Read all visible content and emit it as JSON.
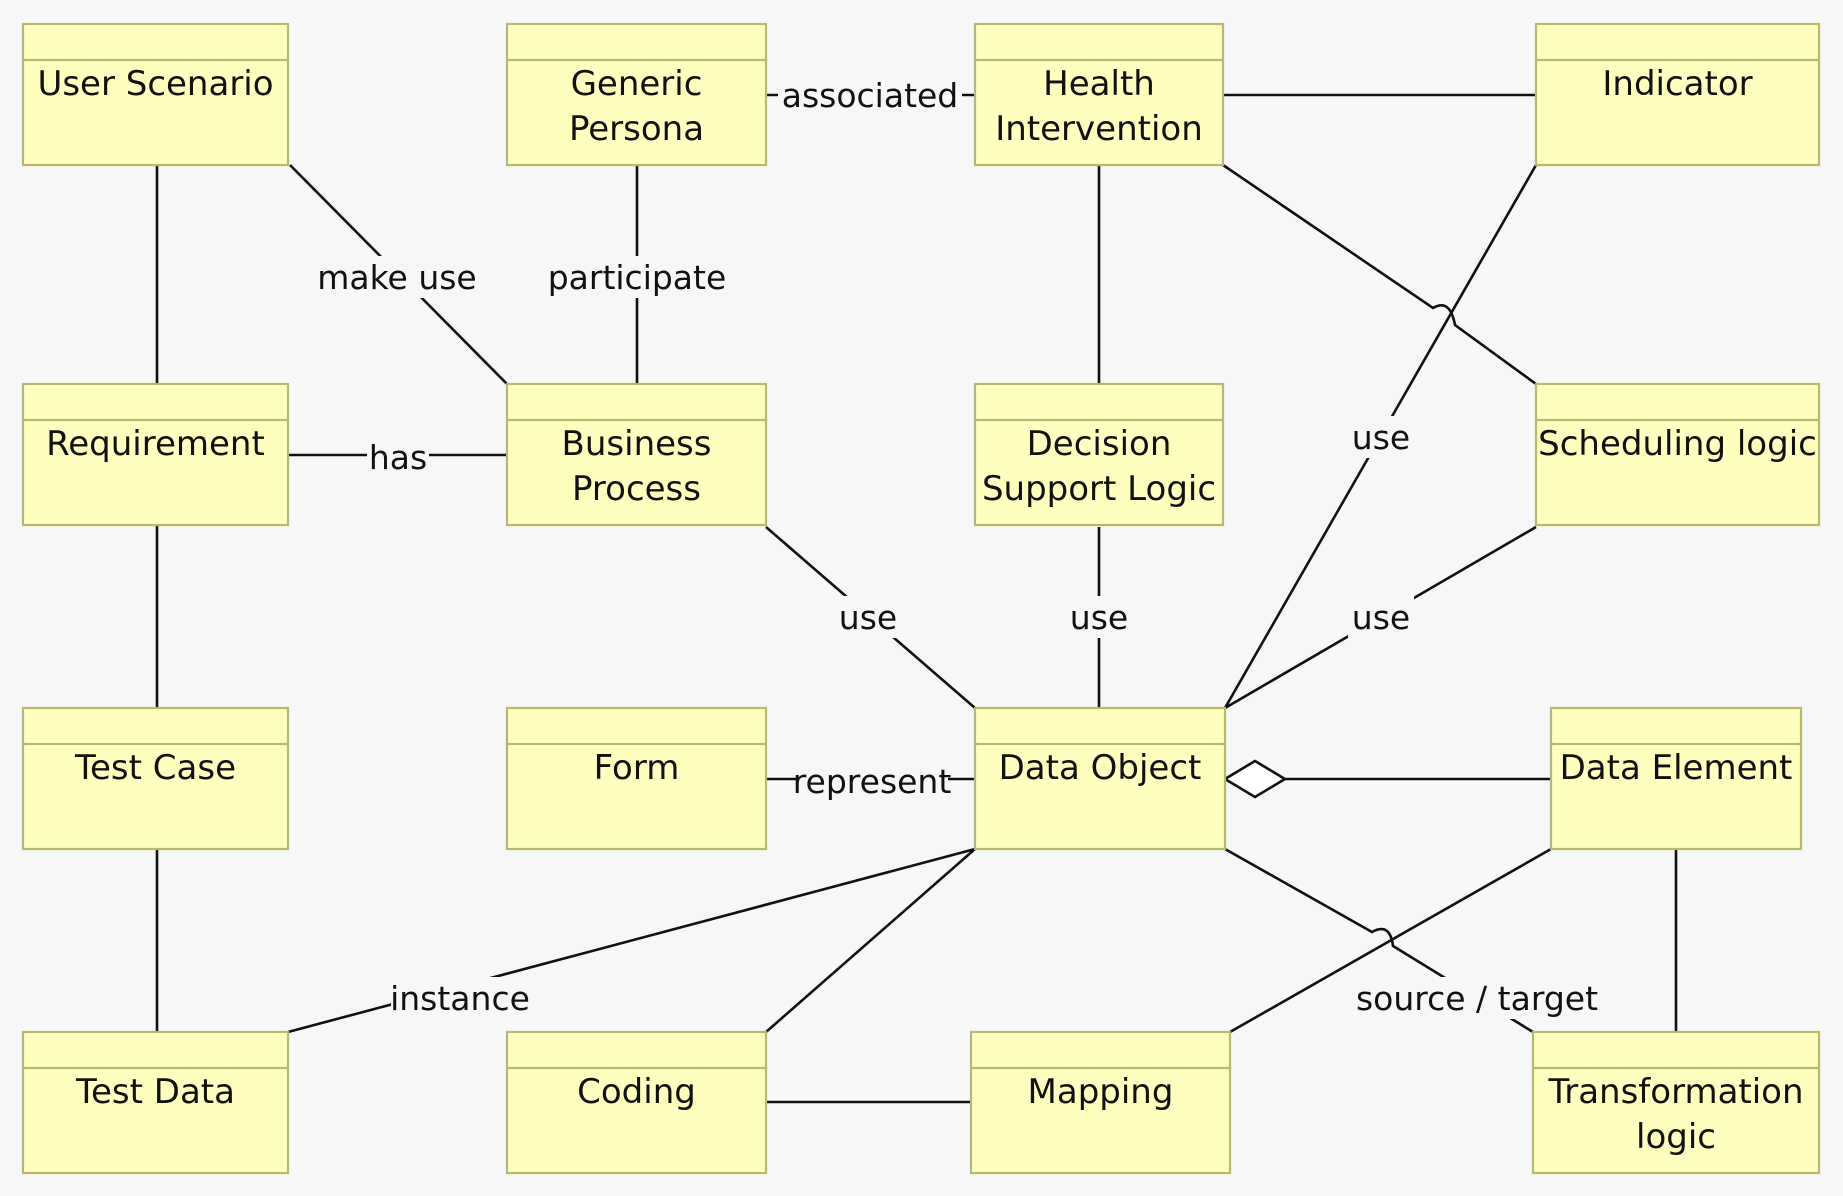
{
  "background": "#f6f7f9",
  "box_fill": "#ffffc0",
  "box_border": "#b8b870",
  "classes": {
    "user_scenario": [
      "User Scenario"
    ],
    "generic_persona": [
      "Generic",
      "Persona"
    ],
    "health_intervention": [
      "Health",
      "Intervention"
    ],
    "indicator": [
      "Indicator"
    ],
    "requirement": [
      "Requirement"
    ],
    "business_process": [
      "Business",
      "Process"
    ],
    "decision_support_logic": [
      "Decision",
      "Support Logic"
    ],
    "scheduling_logic": [
      "Scheduling logic"
    ],
    "test_case": [
      "Test Case"
    ],
    "form": [
      "Form"
    ],
    "data_object": [
      "Data Object"
    ],
    "data_element": [
      "Data Element"
    ],
    "test_data": [
      "Test Data"
    ],
    "coding": [
      "Coding"
    ],
    "mapping": [
      "Mapping"
    ],
    "transformation_logic": [
      "Transformation",
      "logic"
    ]
  },
  "relations": {
    "associated": "associated",
    "make_use": "make use",
    "participate": "participate",
    "has": "has",
    "use_bp": "use",
    "use_dsl": "use",
    "use_indicator": "use",
    "use_scheduling": "use",
    "represent": "represent",
    "instance": "instance",
    "source_target": "source / target"
  }
}
